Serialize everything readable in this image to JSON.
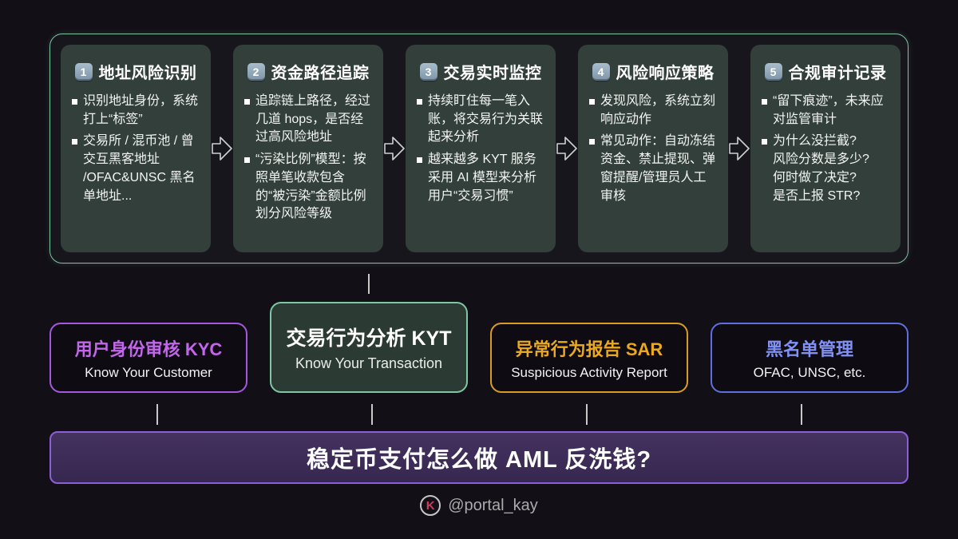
{
  "palette": {
    "page_bg": "#120f17",
    "flow_border": "#7cc5a0",
    "card_bg": "#333f3a",
    "arrow_stroke": "#ccd2d0",
    "connector": "#c9c9c9",
    "kyc_accent": "#c466ec",
    "kyc_border": "#a558dd",
    "kyt_border": "#7dc8a4",
    "kyt_bg": "#2c3a34",
    "sar_accent": "#eaa91e",
    "sar_border": "#d99c20",
    "blacklist_accent": "#8191f5",
    "blacklist_border": "#5f6fe0",
    "title_bar_bg": "#3c2b57",
    "title_bar_border": "#8d5fd6",
    "logo_red": "#d23b5e"
  },
  "flow": {
    "cards": [
      {
        "number": "1",
        "title": "地址风险识别",
        "bullets": [
          "识别地址身份，系统打上“标签”",
          "交易所 / 混币池 / 曾交互黑客地址 /OFAC&UNSC 黑名单地址..."
        ]
      },
      {
        "number": "2",
        "title": "资金路径追踪",
        "bullets": [
          "追踪链上路径，经过几道 hops，是否经过高风险地址",
          "“污染比例”模型：按照单笔收款包含的“被污染”金额比例划分风险等级"
        ]
      },
      {
        "number": "3",
        "title": "交易实时监控",
        "bullets": [
          "持续盯住每一笔入账，将交易行为关联起来分析",
          "越来越多 KYT 服务采用 AI 模型来分析用户“交易习惯”"
        ]
      },
      {
        "number": "4",
        "title": "风险响应策略",
        "bullets": [
          "发现风险，系统立刻响应动作",
          "常见动作：自动冻结资金、禁止提现、弹窗提醒/管理员人工审核"
        ]
      },
      {
        "number": "5",
        "title": "合规审计记录",
        "bullets": [
          "“留下痕迹”，未来应对监管审计",
          "为什么没拦截?\n风险分数是多少?\n何时做了决定?\n是否上报 STR?"
        ]
      }
    ]
  },
  "concepts": [
    {
      "title": "用户身份审核 KYC",
      "subtitle": "Know Your Customer"
    },
    {
      "title": "交易行为分析 KYT",
      "subtitle": "Know Your Transaction"
    },
    {
      "title": "异常行为报告 SAR",
      "subtitle": "Suspicious Activity Report"
    },
    {
      "title": "黑名单管理",
      "subtitle": "OFAC, UNSC, etc."
    }
  ],
  "title_bar": {
    "text": "稳定币支付怎么做 AML 反洗钱?"
  },
  "watermark": {
    "logo_letter": "K",
    "handle": "@portal_kay"
  }
}
